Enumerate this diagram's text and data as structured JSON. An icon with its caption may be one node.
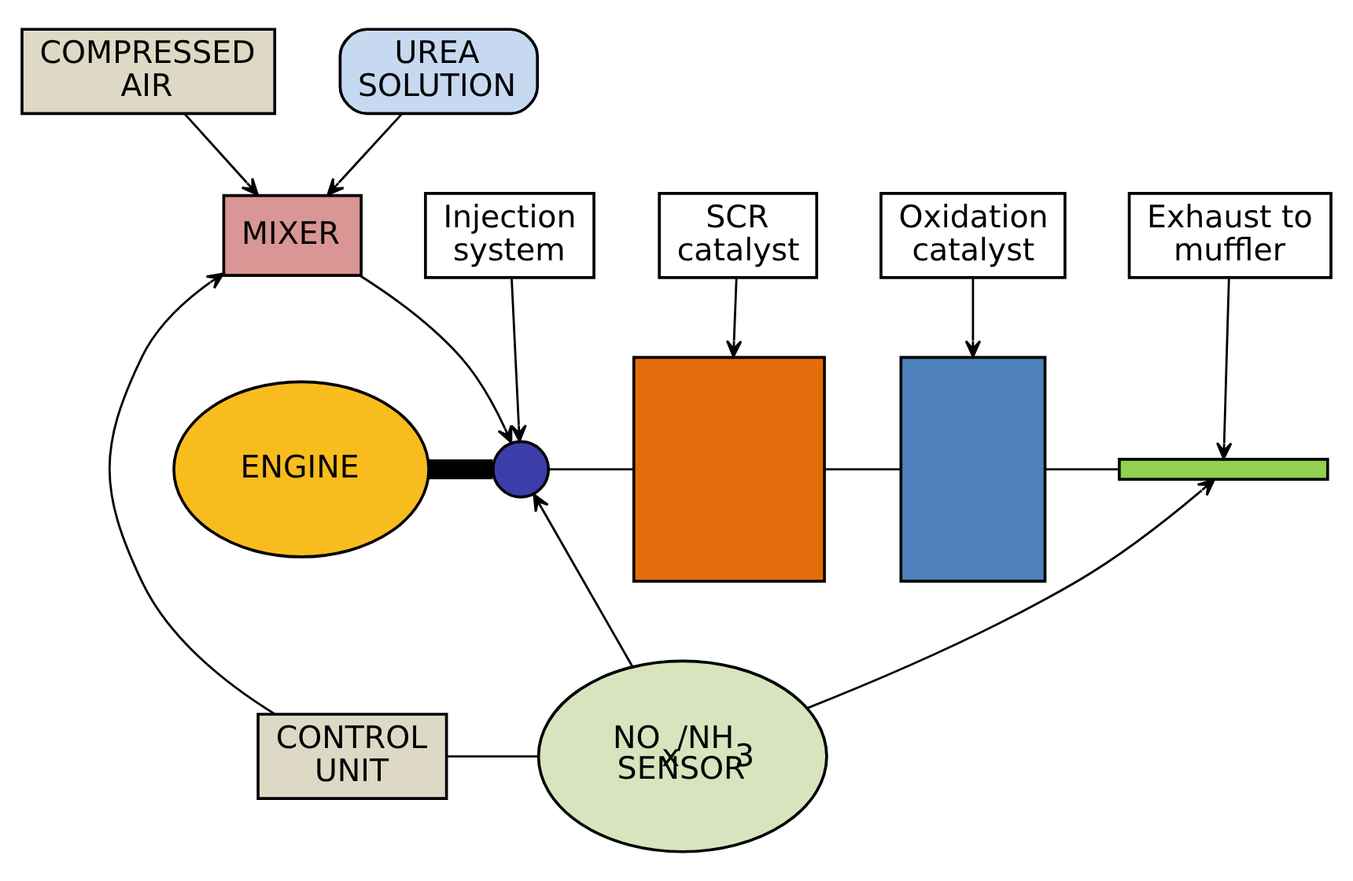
{
  "diagram": {
    "nodes": [
      {
        "text": [
          "COMPRESSED AIR"
        ]
      },
      {
        "text": [
          "UREA SOLUTION"
        ]
      },
      {
        "text": [
          "MIXER"
        ]
      },
      {
        "text": [
          "Injection system"
        ]
      },
      {
        "text": [
          "SCR catalyst"
        ]
      },
      {
        "text": [
          "Oxidation catalyst"
        ]
      },
      {
        "text": [
          "Exhaust to muffler"
        ]
      },
      {
        "text": [
          "ENGINE"
        ]
      },
      {
        "text": [],
        "shape": "circle"
      },
      {
        "text": [],
        "shape": "box"
      },
      {
        "text": [],
        "shape": "box"
      },
      {
        "text": [],
        "shape": "bar"
      },
      {
        "text": [
          "CONTROL UNIT"
        ]
      },
      {
        "text": [
          "NO$_{x}$/NH$_{3}$ SENSOR"
        ]
      }
    ],
    "edges": [
      {
        "from": 0,
        "to": 2,
        "arrow": "to"
      },
      {
        "from": 1,
        "to": 2,
        "arrow": "to"
      },
      {
        "from": 12,
        "to": 2,
        "arrow": "to"
      },
      {
        "from": 2,
        "to": 8,
        "arrow": "to"
      },
      {
        "from": 3,
        "to": 8,
        "arrow": "to"
      },
      {
        "from": 4,
        "to": 9,
        "arrow": "to"
      },
      {
        "from": 5,
        "to": 10,
        "arrow": "to"
      },
      {
        "from": 6,
        "to": 11,
        "arrow": "to"
      },
      {
        "from": 7,
        "to": 8,
        "arrow": "none",
        "style": "thick"
      },
      {
        "from": 8,
        "to": 9,
        "arrow": "none"
      },
      {
        "from": 9,
        "to": 10,
        "arrow": "none"
      },
      {
        "from": 10,
        "to": 11,
        "arrow": "none"
      },
      {
        "from": 13,
        "to": 8,
        "arrow": "to"
      },
      {
        "from": 13,
        "to": 11,
        "arrow": "to"
      },
      {
        "from": 12,
        "to": 13,
        "arrow": "none"
      }
    ]
  }
}
